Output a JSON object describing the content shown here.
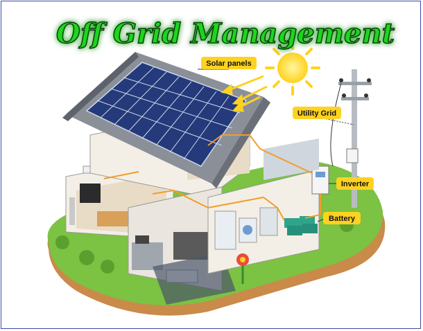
{
  "title": "Off Grid Management",
  "labels": {
    "solar_panels": "Solar panels",
    "utility_grid": "Utility Grid",
    "inverter": "Inverter",
    "battery": "Battery"
  },
  "colors": {
    "title_fill": "#1fd61f",
    "title_stroke": "#0a3a0a",
    "label_bg": "#ffd21f",
    "wire": "#f39c2a",
    "grass": "#7cc243",
    "soil": "#c98a4a",
    "roof": "#8a8f98",
    "panel": "#243a7a",
    "sun": "#ffd21f"
  }
}
